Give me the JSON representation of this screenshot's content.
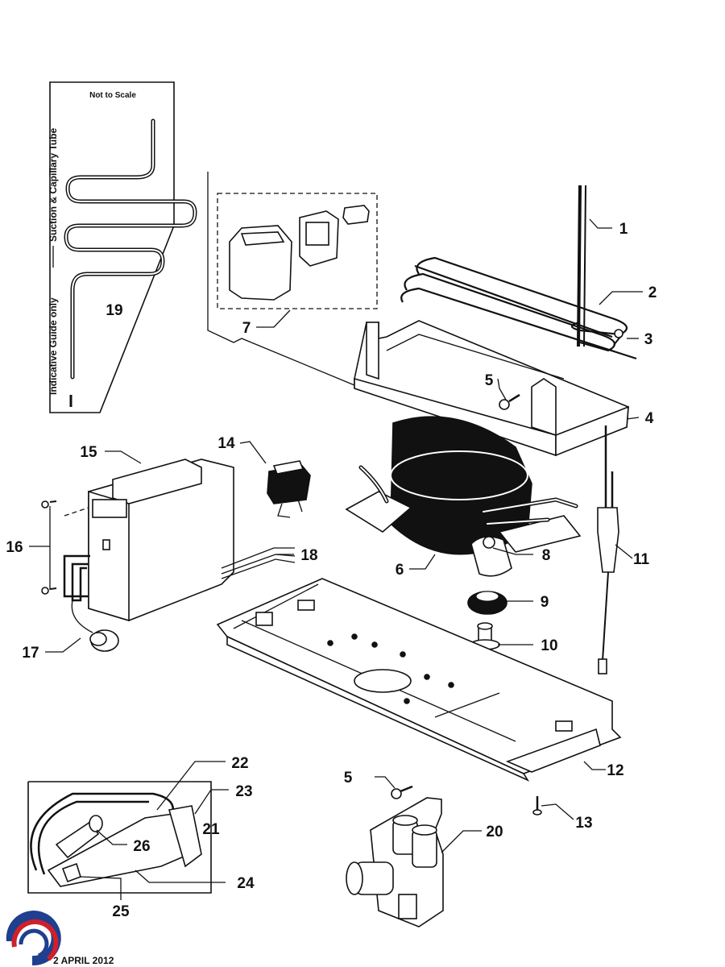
{
  "diagram": {
    "note_scale": "Not to Scale",
    "tube_label": "Suction & Capillary Tube",
    "guide_label": "Indicative Guide only",
    "footer_date": "2  APRIL 2012",
    "callouts": [
      {
        "id": "1",
        "text": "1"
      },
      {
        "id": "2",
        "text": "2"
      },
      {
        "id": "3",
        "text": "3"
      },
      {
        "id": "4",
        "text": "4"
      },
      {
        "id": "5a",
        "text": "5"
      },
      {
        "id": "6",
        "text": "6"
      },
      {
        "id": "7",
        "text": "7"
      },
      {
        "id": "8",
        "text": "8"
      },
      {
        "id": "9",
        "text": "9"
      },
      {
        "id": "10",
        "text": "10"
      },
      {
        "id": "11",
        "text": "11"
      },
      {
        "id": "12",
        "text": "12"
      },
      {
        "id": "13",
        "text": "13"
      },
      {
        "id": "14",
        "text": "14"
      },
      {
        "id": "15",
        "text": "15"
      },
      {
        "id": "16",
        "text": "16"
      },
      {
        "id": "17",
        "text": "17"
      },
      {
        "id": "18",
        "text": "18"
      },
      {
        "id": "19",
        "text": "19"
      },
      {
        "id": "5b",
        "text": "5"
      },
      {
        "id": "20",
        "text": "20"
      },
      {
        "id": "21",
        "text": "21"
      },
      {
        "id": "22",
        "text": "22"
      },
      {
        "id": "23",
        "text": "23"
      },
      {
        "id": "24",
        "text": "24"
      },
      {
        "id": "25",
        "text": "25"
      },
      {
        "id": "26",
        "text": "26"
      }
    ]
  }
}
